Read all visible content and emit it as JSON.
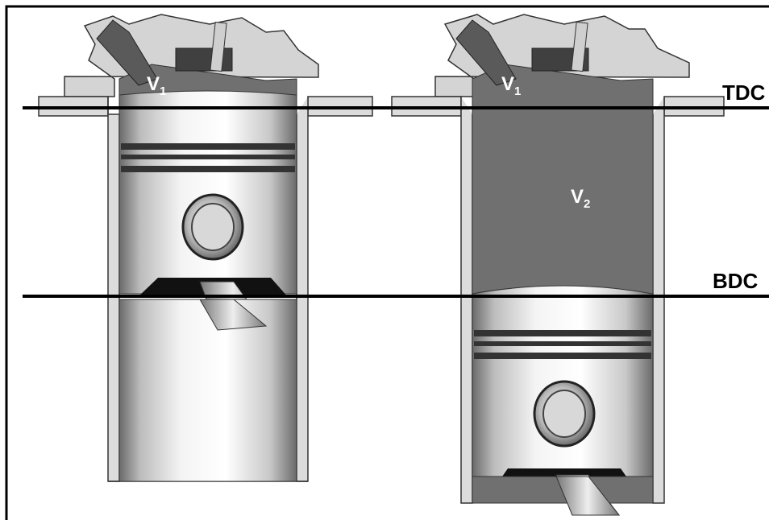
{
  "labels": {
    "v1_left": {
      "main": "V",
      "sub": "1"
    },
    "v1_right": {
      "main": "V",
      "sub": "1"
    },
    "v2": {
      "main": "V",
      "sub": "2"
    },
    "tdc": "TDC",
    "bdc": "BDC"
  },
  "colors": {
    "chamber": "#707070",
    "head": "#d4d4d4",
    "wall": "#dcdcdc",
    "line": "#000000",
    "label_light": "#ffffff",
    "label_dark": "#000000"
  }
}
